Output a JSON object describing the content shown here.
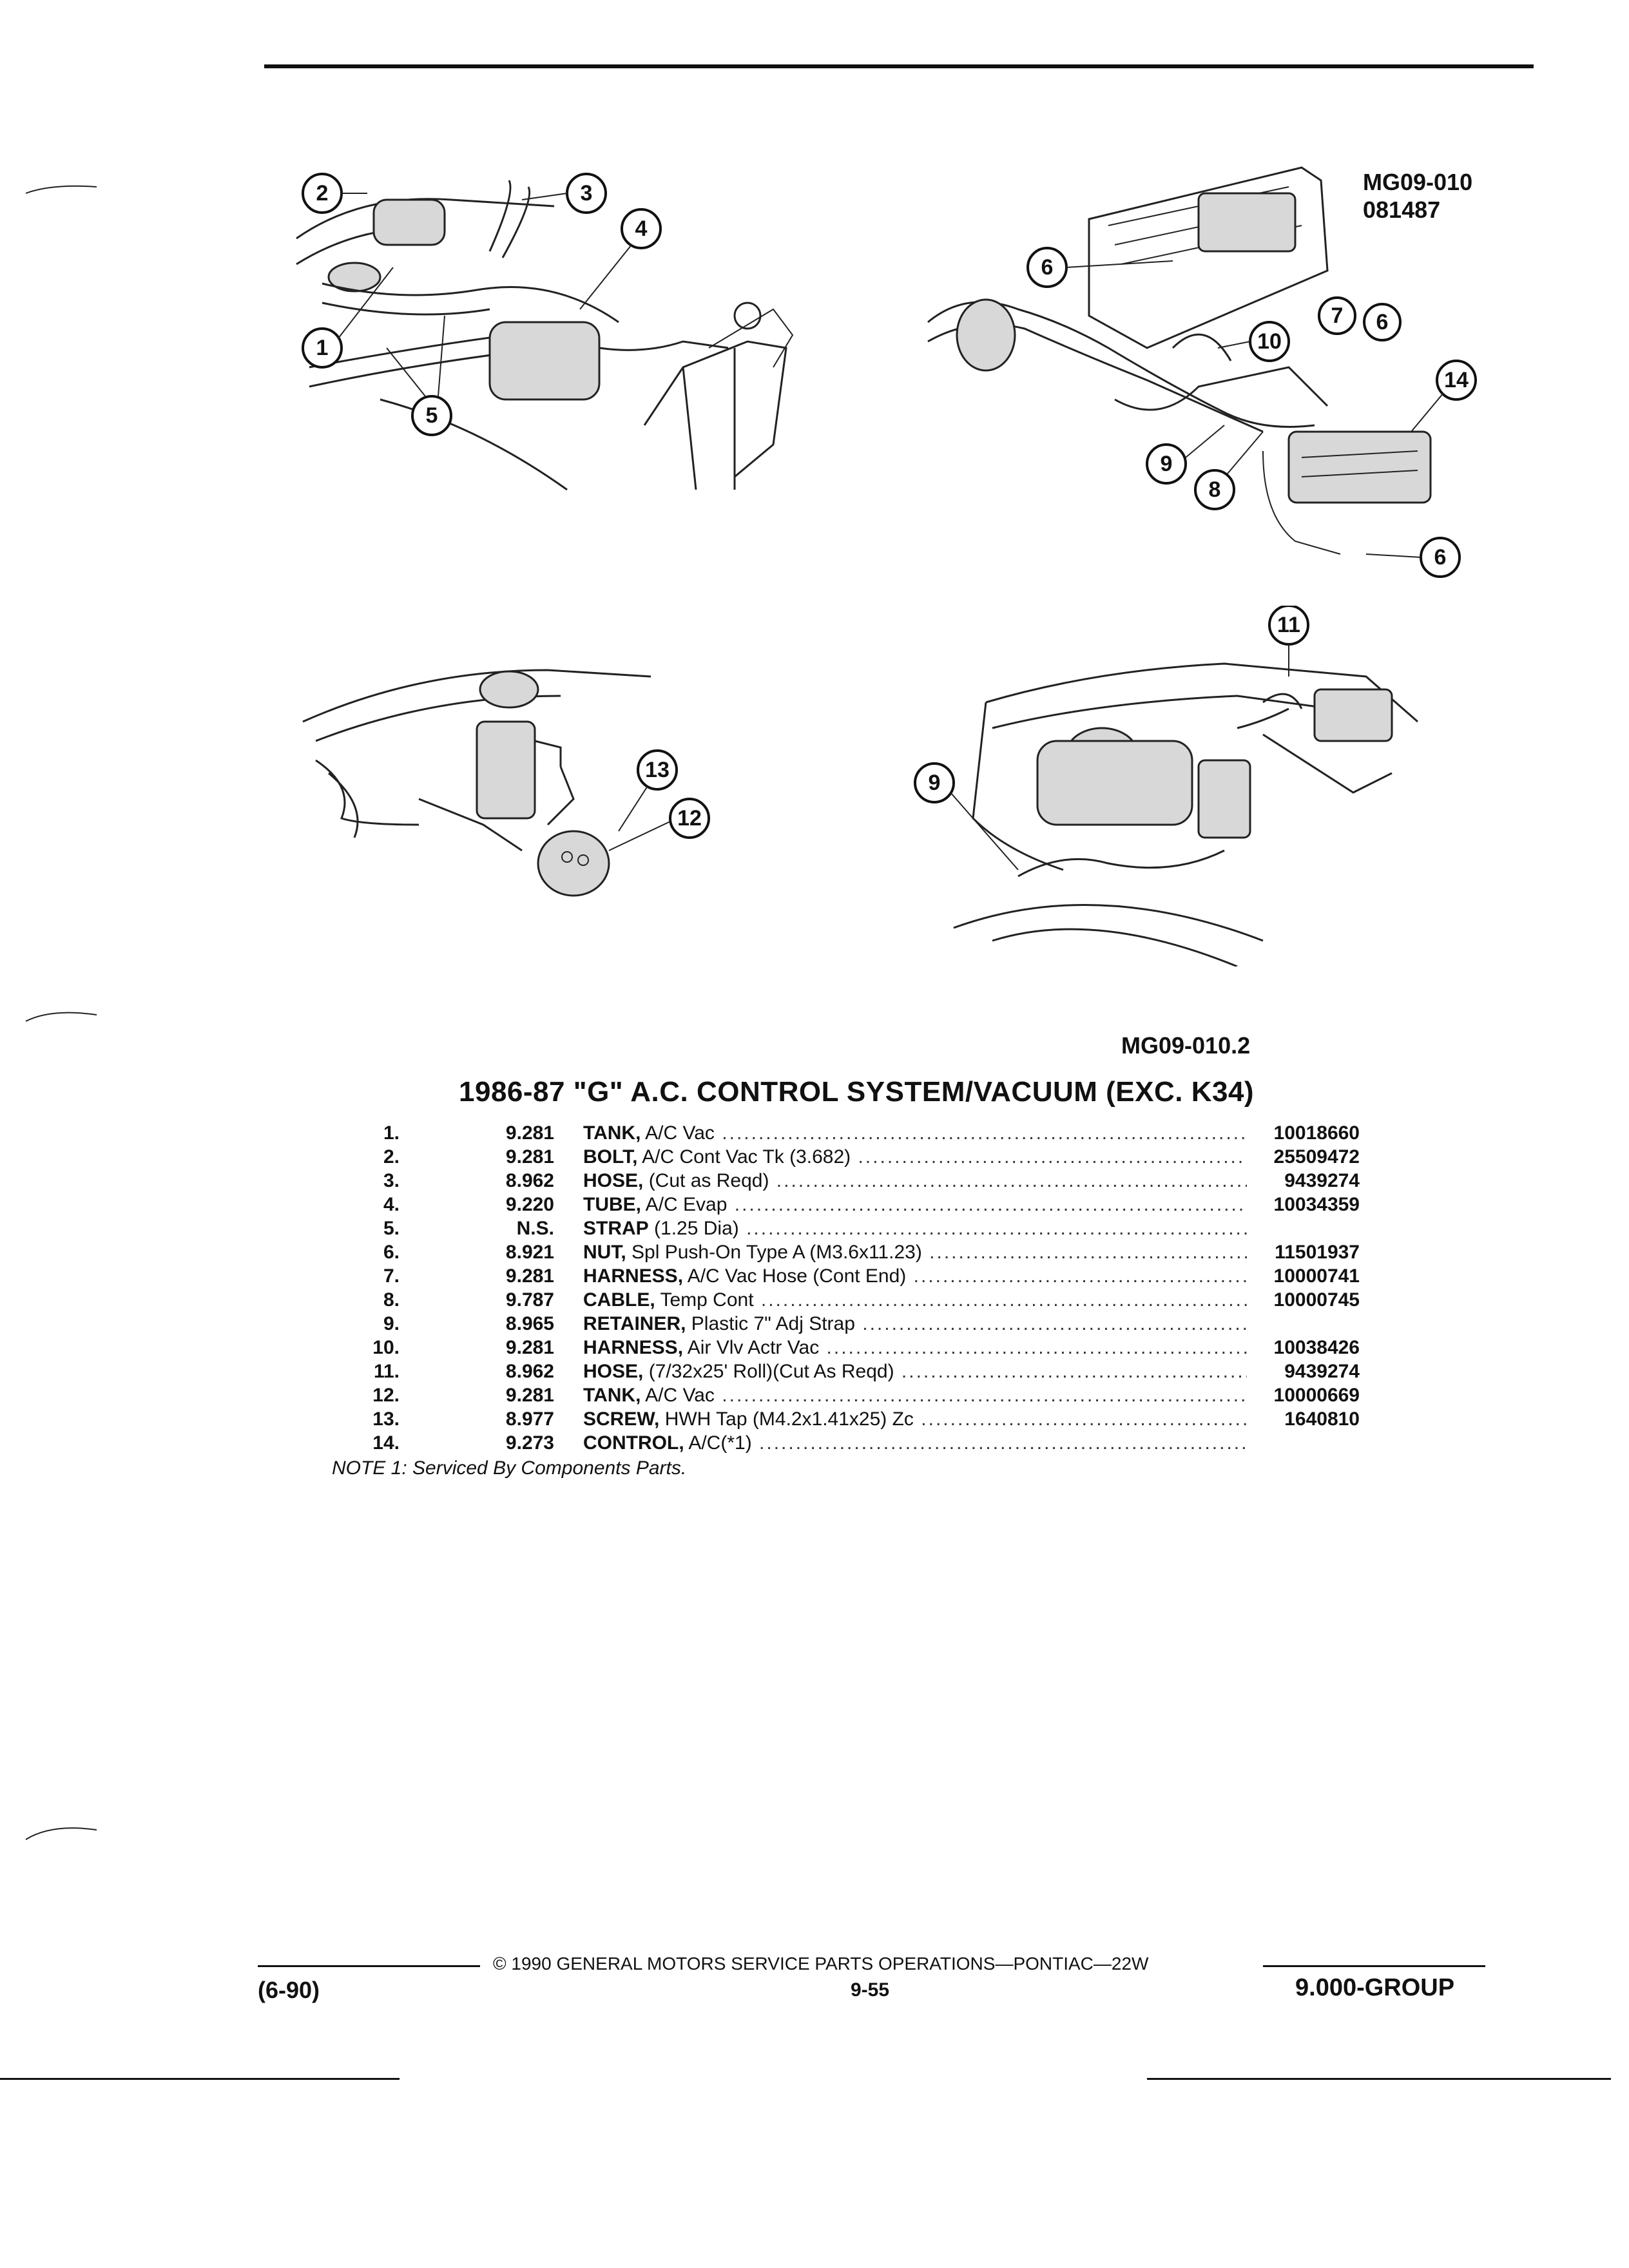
{
  "figure_codes": {
    "top": "MG09-010",
    "top_date": "081487",
    "bottom": "MG09-010.2"
  },
  "callouts": {
    "c1": "1",
    "c2": "2",
    "c3": "3",
    "c4": "4",
    "c5": "5",
    "c6a": "6",
    "c6b": "6",
    "c6c": "6",
    "c7": "7",
    "c8": "8",
    "c9a": "9",
    "c9b": "9",
    "c10": "10",
    "c11": "11",
    "c12": "12",
    "c13": "13",
    "c14": "14"
  },
  "title": "1986-87 \"G\" A.C. CONTROL SYSTEM/VACUUM (EXC. K34)",
  "parts": [
    {
      "num": "1.",
      "group": "9.281",
      "name": "TANK,",
      "detail": " A/C Vac",
      "pn": "10018660"
    },
    {
      "num": "2.",
      "group": "9.281",
      "name": "BOLT,",
      "detail": " A/C Cont Vac Tk (3.682)",
      "pn": "25509472"
    },
    {
      "num": "3.",
      "group": "8.962",
      "name": "HOSE,",
      "detail": " (Cut as Reqd)",
      "pn": "9439274"
    },
    {
      "num": "4.",
      "group": "9.220",
      "name": "TUBE,",
      "detail": " A/C Evap",
      "pn": "10034359"
    },
    {
      "num": "5.",
      "group": "N.S.",
      "name": "STRAP",
      "detail": " (1.25 Dia)",
      "pn": ""
    },
    {
      "num": "6.",
      "group": "8.921",
      "name": "NUT,",
      "detail": " Spl Push-On Type A (M3.6x11.23)",
      "pn": "11501937"
    },
    {
      "num": "7.",
      "group": "9.281",
      "name": "HARNESS,",
      "detail": " A/C Vac Hose (Cont End)",
      "pn": "10000741"
    },
    {
      "num": "8.",
      "group": "9.787",
      "name": "CABLE,",
      "detail": " Temp Cont",
      "pn": "10000745"
    },
    {
      "num": "9.",
      "group": "8.965",
      "name": "RETAINER,",
      "detail": " Plastic 7\" Adj Strap",
      "pn": ""
    },
    {
      "num": "10.",
      "group": "9.281",
      "name": "HARNESS,",
      "detail": " Air Vlv Actr Vac",
      "pn": "10038426"
    },
    {
      "num": "11.",
      "group": "8.962",
      "name": "HOSE,",
      "detail": " (7/32x25' Roll)(Cut As Reqd)",
      "pn": "9439274"
    },
    {
      "num": "12.",
      "group": "9.281",
      "name": "TANK,",
      "detail": " A/C Vac",
      "pn": "10000669"
    },
    {
      "num": "13.",
      "group": "8.977",
      "name": "SCREW,",
      "detail": " HWH Tap (M4.2x1.41x25) Zc",
      "pn": "1640810"
    },
    {
      "num": "14.",
      "group": "9.273",
      "name": "CONTROL,",
      "detail": " A/C(*1)",
      "pn": ""
    }
  ],
  "note": "NOTE 1: Serviced By Components Parts.",
  "footer": {
    "copyright": "© 1990 GENERAL MOTORS SERVICE PARTS OPERATIONS—PONTIAC—22W",
    "date": "(6-90)",
    "page": "9-55",
    "group": "9.000-GROUP"
  }
}
